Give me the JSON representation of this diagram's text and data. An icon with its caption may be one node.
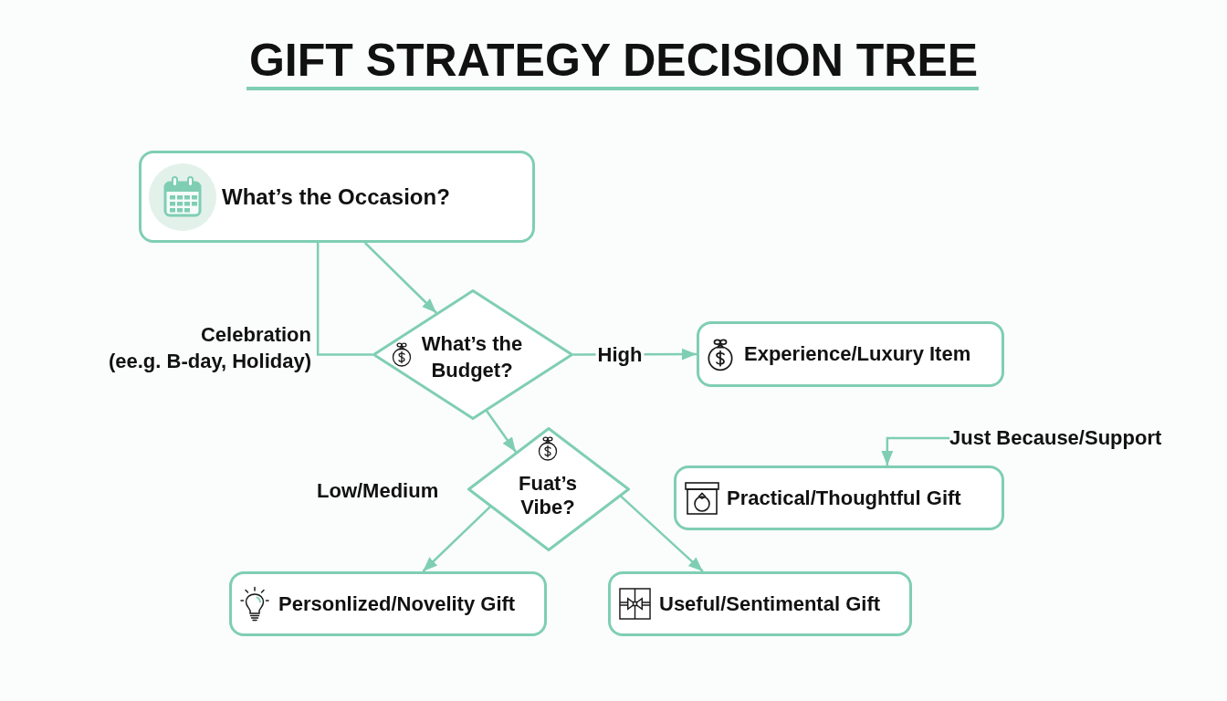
{
  "diagram": {
    "title": "GIFT STRATEGY DECISION TREE",
    "nodes": [
      {
        "text": [
          "What’s the Occasion?"
        ]
      },
      {
        "text": [
          "What’s the Budget?"
        ]
      },
      {
        "text": [
          "Experience/Luxury Item"
        ]
      },
      {
        "text": [
          "Just Because/Support"
        ]
      },
      {
        "text": [
          "Fuat’s Vibe?"
        ]
      },
      {
        "text": [
          "Practical/Thoughtful Gift"
        ]
      },
      {
        "text": [
          "Personlized/Novelity Gift"
        ]
      },
      {
        "text": [
          "Useful/Sentimental Gift"
        ]
      }
    ],
    "edges": [
      {
        "from": 0,
        "to": 1,
        "arrow": "to"
      },
      {
        "from": 0,
        "to": 1,
        "arrow": "none",
        "label": "Celebration (ee.g. B-day, Holiday)"
      },
      {
        "from": 1,
        "to": 2,
        "arrow": "to",
        "label": "High"
      },
      {
        "from": 1,
        "to": 4,
        "arrow": "to"
      },
      {
        "from": 4,
        "to": 6,
        "arrow": "to"
      },
      {
        "from": 4,
        "to": 7,
        "arrow": "to"
      },
      {
        "from": 3,
        "to": 5,
        "arrow": "to"
      }
    ],
    "labels": [
      "Low/Medium"
    ]
  }
}
